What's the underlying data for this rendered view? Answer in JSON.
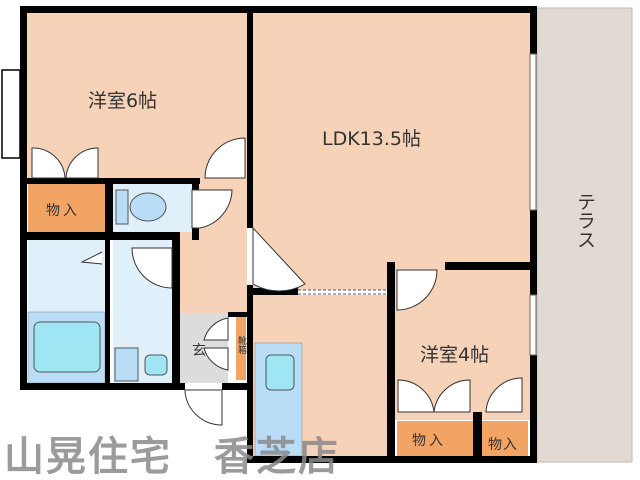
{
  "rooms": {
    "western_6": "洋室6帖",
    "ldk": "LDK13.5帖",
    "western_4": "洋室4帖",
    "terrace": "テラス",
    "storage_1": "物入",
    "storage_2": "物入",
    "storage_3": "物入",
    "entrance": "玄",
    "shoe_box": "靴箱"
  },
  "watermark": "山晃住宅　香芝店",
  "colors": {
    "room": "#f6d3b8",
    "storage": "#f2a465",
    "water": "#dff0fb",
    "fixture": "#b9dcf7",
    "entrance": "#dcdcdc",
    "terrace": "#e2d9d2",
    "wall": "#000000"
  }
}
